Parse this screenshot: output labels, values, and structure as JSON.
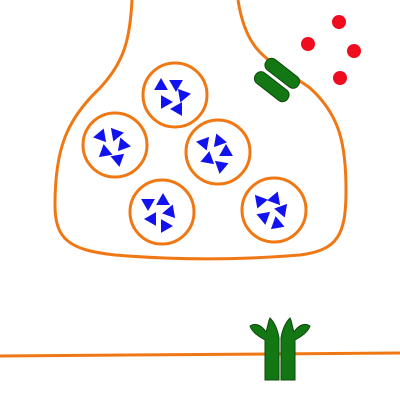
{
  "colors": {
    "membrane": "#f07814",
    "neurotransmitter": "#1212ee",
    "ion": "#ee0c1e",
    "receptor": "#137813",
    "receptor_outline": "#0a4a0a",
    "background": "#ffffff"
  },
  "vesicles": [
    {
      "neurotransmitter_count": 5
    },
    {
      "neurotransmitter_count": 5
    },
    {
      "neurotransmitter_count": 5
    },
    {
      "neurotransmitter_count": 5
    },
    {
      "neurotransmitter_count": 5
    }
  ],
  "ions": {
    "count": 4
  },
  "presynaptic_channel": {
    "icon": "ion-channel-icon"
  },
  "postsynaptic_receptor": {
    "icon": "receptor-icon"
  }
}
